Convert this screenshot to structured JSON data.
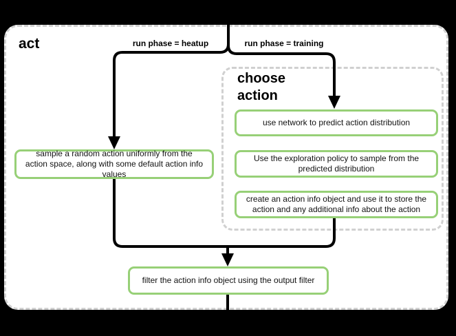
{
  "diagram": {
    "title": "act",
    "branch_labels": {
      "left": "run phase = heatup",
      "right": "run phase = training"
    },
    "group": {
      "title": "choose action"
    },
    "nodes": {
      "sample_random": "sample a random action uniformly from the action space, along with some default action info values",
      "predict_distribution": "use network to predict action distribution",
      "exploration_policy": "Use the exploration policy to sample from the predicted distribution",
      "create_action_info": "create an action info object and use it to store the action and any additional info about the action",
      "filter_output": "filter the action info object using the output filter"
    },
    "colors": {
      "background": "#000000",
      "panel": "#ffffff",
      "line": "#000000",
      "node_border": "#97d077",
      "dashed_border": "#d0d0d0"
    }
  }
}
